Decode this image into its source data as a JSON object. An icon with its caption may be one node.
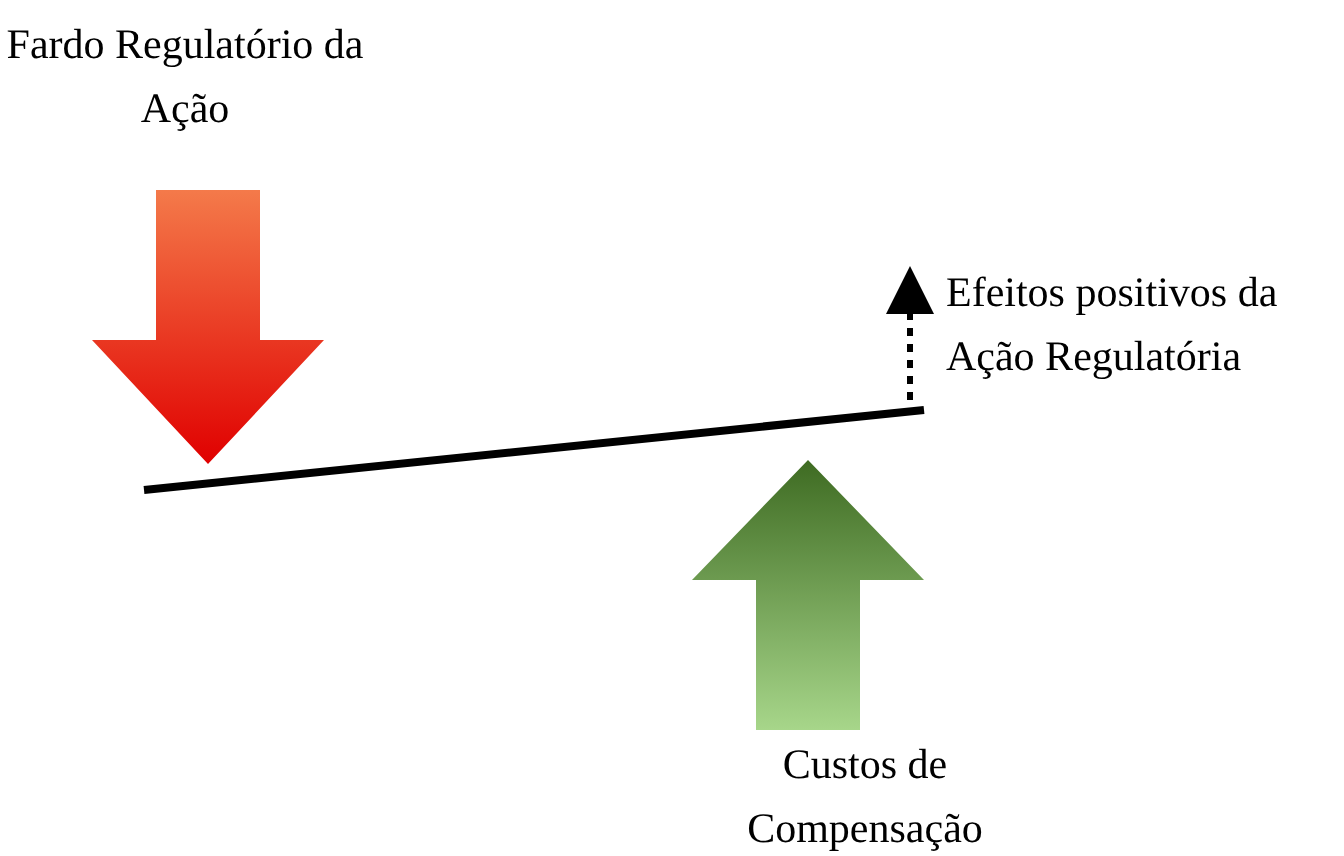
{
  "diagram": {
    "labels": [
      "Fardo Regulatório da Ação",
      "Efeitos positivos da Ação Regulatória",
      "Custos de Compensação"
    ]
  }
}
